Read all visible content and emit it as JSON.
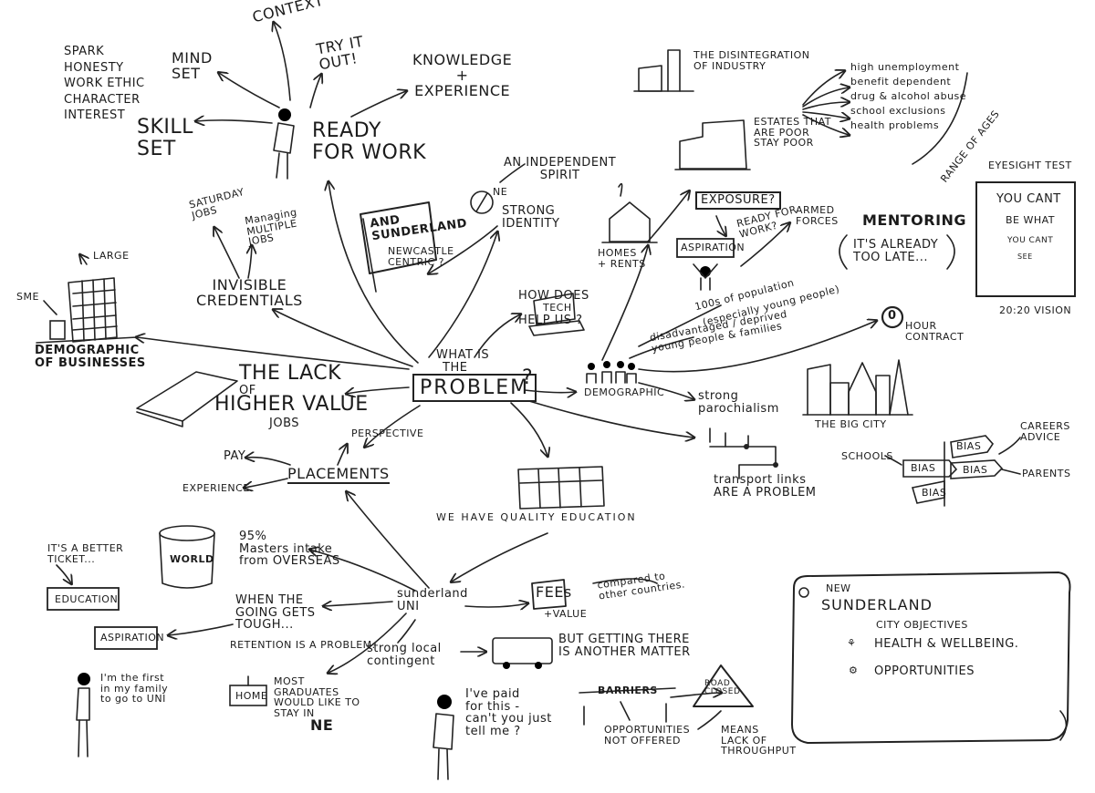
{
  "center": {
    "line1": "WHAT IS",
    "line2": "THE",
    "word": "PROBLEM",
    "q": "?"
  },
  "ready": {
    "title": "READY\nFOR WORK",
    "context": "CONTEXT",
    "mindset": "MIND\nSET",
    "tryit": "TRY IT\nOUT!",
    "knowledge": "KNOWLEDGE\n+\nEXPERIENCE",
    "skillset": "SKILL\nSET",
    "traits": "SPARK\nHONESTY\nWORK ETHIC\nCHARACTER\nINTEREST"
  },
  "invisible": {
    "title": "INVISIBLE\nCREDENTIALS",
    "saturday": "SATURDAY\nJOBS",
    "managing": "Managing\nMULTIPLE\nJOBS"
  },
  "businesses": {
    "large": "LARGE",
    "sme": "SME",
    "title": "DEMOGRAPHIC\nOF BUSINESSES"
  },
  "identity": {
    "flag": "AND\nSUNDERLAND",
    "newcastle": "NEWCASTLE\nCENTRIC ?",
    "ne": "NE",
    "spirit": "AN INDEPENDENT\nSPIRIT",
    "strong": "STRONG\nIDENTITY"
  },
  "lack": {
    "line1": "THE LACK",
    "line2": "OF",
    "line3": "HIGHER VALUE",
    "line4": "JOBS"
  },
  "tech": {
    "screen": "TECH",
    "text": "HOW DOES\n\nHELP US ?"
  },
  "industry": {
    "title": "THE DISINTEGRATION\nOF INDUSTRY"
  },
  "homes": {
    "label": "HOMES\n+ RENTS"
  },
  "estates": {
    "title": "ESTATES THAT\nARE POOR\nSTAY POOR",
    "list": "high unemployment\nbenefit dependent\ndrug & alcohol abuse\nschool exclusions\nhealth problems",
    "range": "RANGE OF AGES"
  },
  "exposure": {
    "exposure": "EXPOSURE?",
    "ready": "READY FOR\nWORK?",
    "armed": "ARMED\nFORCES",
    "aspiration": "ASPIRATION"
  },
  "population": {
    "p1": "(especially young people)",
    "p0": "100s of population",
    "p2": "disadvantaged / deprived\nyoung people & families"
  },
  "mentoring": {
    "title": "MENTORING",
    "text": "IT'S ALREADY\nTOO LATE..."
  },
  "eyesight": {
    "title": "EYESIGHT TEST",
    "l1": "YOU CANT",
    "l2": "BE WHAT",
    "l3": "YOU CANT",
    "l4": "SEE",
    "footer": "20:20 VISION"
  },
  "zero": {
    "zero": "0",
    "text": "HOUR\nCONTRACT"
  },
  "demographic": {
    "label": "DEMOGRAPHIC",
    "paro": "strong\nparochialism"
  },
  "bigcity": {
    "label": "THE BIG CITY"
  },
  "transport": {
    "label": "transport links\nARE A PROBLEM"
  },
  "bias": {
    "schools": "SCHOOLS",
    "careers": "CAREERS\nADVICE",
    "parents": "PARENTS",
    "b": "BIAS"
  },
  "placements": {
    "title": "PLACEMENTS",
    "pay": "PAY",
    "perspective": "PERSPECTIVE",
    "experience": "EXPERIENCE"
  },
  "quality": {
    "label": "WE HAVE QUALITY EDUCATION"
  },
  "uni": {
    "title": "sunderland\nUNI",
    "masters": "95%\nMasters intake\nfrom OVERSEAS",
    "world": "WORLD",
    "ticket": "IT'S A BETTER\nTICKET...",
    "education": "EDUCATION",
    "going": "WHEN THE\nGOING GETS\nTOUGH...",
    "retention": "RETENTION IS A PROBLEM.",
    "aspiration": "ASPIRATION",
    "first": "I'm the first\nin my family\nto go to UNI",
    "home": "HOME",
    "graduates": "MOST\nGRADUATES\nWOULD LIKE TO\nSTAY IN",
    "ne": "NE",
    "local": "strong local\ncontingent",
    "fees": "FEEs",
    "value": "+VALUE",
    "compared": "compared to\nother countries.",
    "getting": "BUT GETTING THERE\nIS ANOTHER MATTER",
    "paid": "I've paid\nfor this -\ncan't you just\ntell me ?"
  },
  "barriers": {
    "barriers": "BARRIERS",
    "opps": "OPPORTUNITIES\nNOT OFFERED",
    "road": "ROAD\nCLOSED",
    "means": "MEANS\nLACK OF\nTHROUGHPUT"
  },
  "city": {
    "new": "NEW",
    "title": "SUNDERLAND",
    "sub": "CITY OBJECTIVES",
    "health": "HEALTH & WELLBEING.",
    "opps": "OPPORTUNITIES"
  }
}
